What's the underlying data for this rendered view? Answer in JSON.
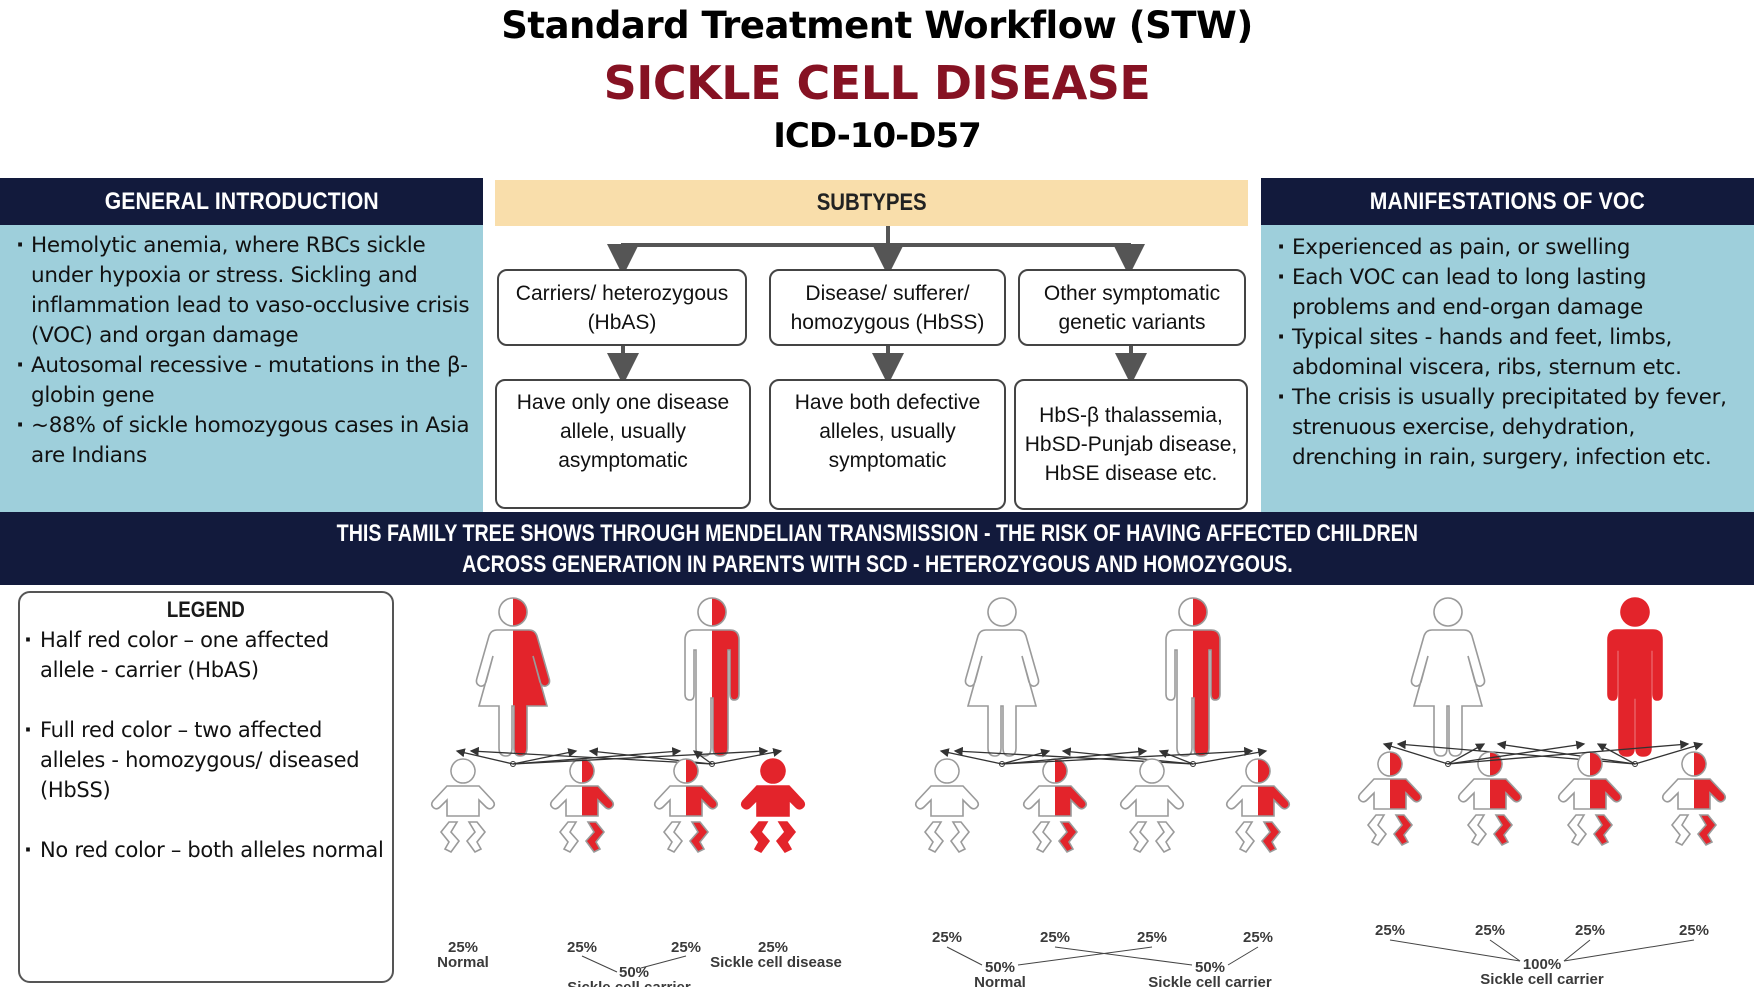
{
  "header": {
    "title": "Standard Treatment Workflow (STW)",
    "disease": "SICKLE CELL DISEASE",
    "icd_code": "ICD-10-D57"
  },
  "colors": {
    "navy": "#121A3C",
    "panel_blue": "#9ECFDB",
    "subtypes_beige": "#F9DEAB",
    "title_red": "#861223",
    "affected_red": "#E3242B",
    "outline_gray": "#9a9a9a"
  },
  "general_introduction": {
    "heading": "GENERAL INTRODUCTION",
    "bullets": [
      "Hemolytic anemia, where RBCs sickle under hypoxia or stress. Sickling and inflammation lead to vaso-occlusive crisis (VOC) and organ damage",
      "Autosomal recessive - mutations in the β-globin gene",
      "~88% of sickle homozygous cases in Asia are Indians"
    ]
  },
  "subtypes": {
    "heading": "SUBTYPES",
    "items": [
      {
        "name": "Carriers/ heterozygous (HbAS)",
        "description": "Have only one disease allele, usually asymptomatic"
      },
      {
        "name": "Disease/ sufferer/ homozygous (HbSS)",
        "description": "Have both defective alleles, usually symptomatic"
      },
      {
        "name": "Other symptomatic genetic variants",
        "description": "HbS-β thalassemia, HbSD-Punjab disease, HbSE disease etc."
      }
    ]
  },
  "manifestations_of_voc": {
    "heading": "MANIFESTATIONS OF VOC",
    "bullets": [
      "Experienced as pain, or swelling",
      "Each VOC can lead to long lasting problems and end-organ damage",
      "Typical sites - hands and feet, limbs, abdominal viscera, ribs, sternum etc.",
      "The crisis is usually precipitated by fever, strenuous exercise, dehydration, drenching in rain, surgery, infection etc."
    ]
  },
  "family_tree_banner": {
    "line1": "THIS FAMILY TREE SHOWS THROUGH MENDELIAN TRANSMISSION - THE RISK OF HAVING AFFECTED CHILDREN",
    "line2": "ACROSS GENERATION IN PARENTS WITH SCD - HETEROZYGOUS AND HOMOZYGOUS."
  },
  "legend": {
    "heading": "LEGEND",
    "items": [
      "Half red color – one affected allele - carrier (HbAS)",
      "Full red color – two affected alleles - homozygous/ diseased (HbSS)",
      "No red color – both alleles normal"
    ]
  },
  "family_trees": [
    {
      "mother": "carrier",
      "father": "carrier",
      "children": [
        {
          "status": "normal",
          "percent": "25%"
        },
        {
          "status": "carrier",
          "percent": "25%"
        },
        {
          "status": "carrier",
          "percent": "25%"
        },
        {
          "status": "diseased",
          "percent": "25%"
        }
      ],
      "outcomes": [
        {
          "percent": "25%",
          "label": "Normal"
        },
        {
          "percent": "50%",
          "label": "Sickle cell carrier"
        },
        {
          "percent": "25%",
          "label": "Sickle cell disease"
        }
      ]
    },
    {
      "mother": "normal",
      "father": "carrier",
      "children": [
        {
          "status": "normal",
          "percent": "25%"
        },
        {
          "status": "carrier",
          "percent": "25%"
        },
        {
          "status": "normal",
          "percent": "25%"
        },
        {
          "status": "carrier",
          "percent": "25%"
        }
      ],
      "outcomes": [
        {
          "percent": "50%",
          "label": "Normal"
        },
        {
          "percent": "50%",
          "label": "Sickle cell carrier"
        }
      ]
    },
    {
      "mother": "normal",
      "father": "diseased",
      "children": [
        {
          "status": "carrier",
          "percent": "25%"
        },
        {
          "status": "carrier",
          "percent": "25%"
        },
        {
          "status": "carrier",
          "percent": "25%"
        },
        {
          "status": "carrier",
          "percent": "25%"
        }
      ],
      "outcomes": [
        {
          "percent": "100%",
          "label": "Sickle cell carrier"
        }
      ]
    }
  ]
}
